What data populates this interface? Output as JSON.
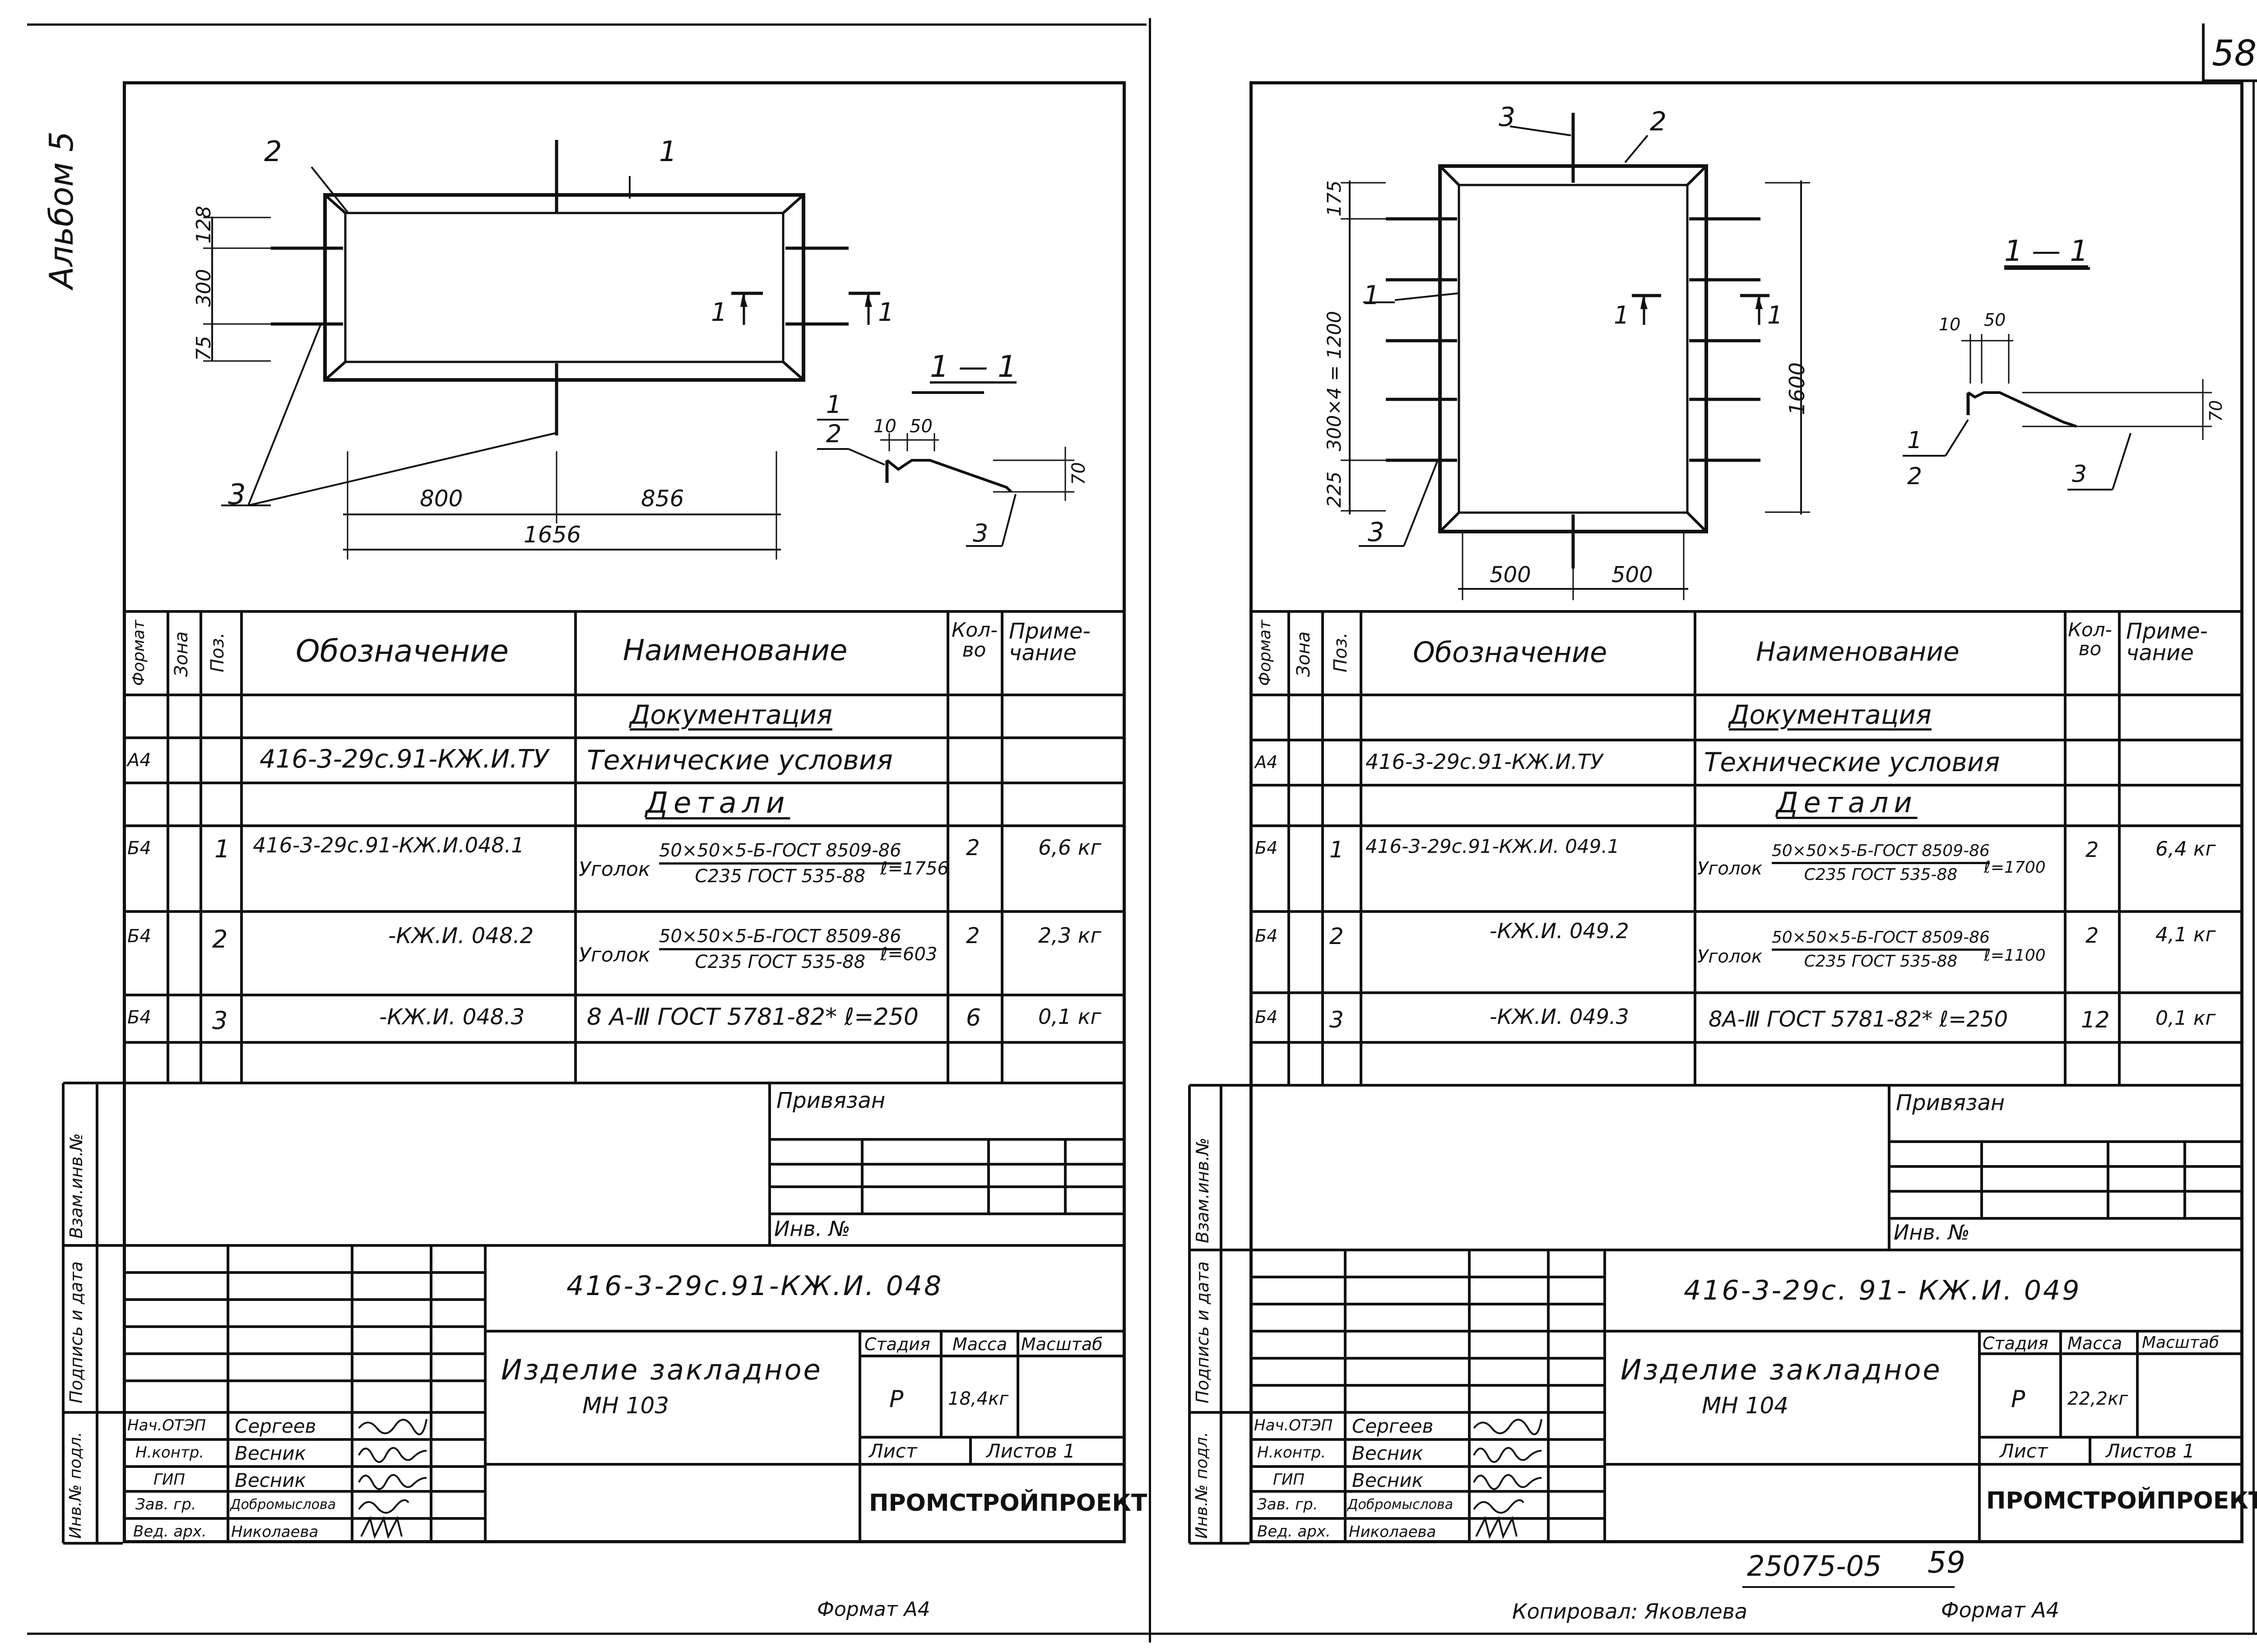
{
  "page": {
    "page_number": "58",
    "album_label": "Альбом 5",
    "footer_stamp": "25075-05",
    "footer_stamp_num": "59",
    "copied_by": "Копировал: Яковлева",
    "format_left": "Формат А4",
    "format_right": "Формат А4"
  },
  "left_sheet": {
    "drawing": {
      "dim_128": "128",
      "dim_300": "300",
      "dim_75": "75",
      "dim_800": "800",
      "dim_856": "856",
      "dim_1656": "1656",
      "pos1": "1",
      "pos2": "2",
      "pos3": "3",
      "section_mark": "1",
      "section_title": "1 — 1",
      "sec_dim_10": "10",
      "sec_dim_50": "50",
      "sec_dim_70": "70",
      "sec_pos1": "1",
      "sec_pos2": "2",
      "sec_pos3": "3"
    },
    "spec": {
      "headers": {
        "format": "Формат",
        "zone": "Зона",
        "pos": "Поз.",
        "designation": "Обозначение",
        "name": "Наименование",
        "qty": "Кол-во",
        "note": "Приме- чание"
      },
      "section_docs": "Документация",
      "doc_row": {
        "format": "А4",
        "designation": "416-3-29с.91-КЖ.И.ТУ",
        "name": "Технические условия"
      },
      "section_parts": "Детали",
      "rows": [
        {
          "format": "Б4",
          "pos": "1",
          "designation": "416-3-29с.91-КЖ.И.048.1",
          "name_prefix": "Уголок",
          "name_top": "50×50×5-Б-ГОСТ 8509-86",
          "name_bottom": "С235 ГОСТ 535-88",
          "length": "ℓ=1756",
          "qty": "2",
          "note": "6,6 кг"
        },
        {
          "format": "Б4",
          "pos": "2",
          "designation": "-КЖ.И. 048.2",
          "name_prefix": "Уголок",
          "name_top": "50×50×5-Б-ГОСТ 8509-86",
          "name_bottom": "С235 ГОСТ 535-88",
          "length": "ℓ=603",
          "qty": "2",
          "note": "2,3 кг"
        },
        {
          "format": "Б4",
          "pos": "3",
          "designation": "-КЖ.И. 048.3",
          "name_text": "8 А-Ⅲ ГОСТ 5781-82* ℓ=250",
          "qty": "6",
          "note": "0,1 кг"
        }
      ]
    },
    "stamp": {
      "linked": "Привязан",
      "inv_no": "Инв. №",
      "code": "416-3-29с.91-КЖ.И. 048",
      "title_line1": "Изделие закладное",
      "title_line2": "МН 103",
      "stage_label": "Стадия",
      "mass_label": "Масса",
      "scale_label": "Масштаб",
      "stage": "Р",
      "mass": "18,4кг",
      "sheet_label": "Лист",
      "sheets_label": "Листов 1",
      "org": "ПРОМСТРОЙПРОЕКТ",
      "roles": [
        "Нач.ОТЭП",
        "Н.контр.",
        "ГИП",
        "Зав. гр.",
        "Вед. арх."
      ],
      "names": [
        "Сергеев",
        "Весник",
        "Весник",
        "Добромыслова",
        "Николаева"
      ]
    },
    "side_labels": {
      "inv_vzam": "Взам.инв.№",
      "sign_date": "Подпись и дата",
      "inv_orig": "Инв.№ подл."
    }
  },
  "right_sheet": {
    "drawing": {
      "dim_175": "175",
      "dim_300x4": "300×4 = 1200",
      "dim_225": "225",
      "dim_1600": "1600",
      "dim_500a": "500",
      "dim_500b": "500",
      "pos1": "1",
      "pos2": "2",
      "pos3": "3",
      "section_mark": "1",
      "section_title": "1 — 1",
      "sec_dim_10": "10",
      "sec_dim_50": "50",
      "sec_dim_70": "70",
      "sec_pos1": "1",
      "sec_pos2": "2",
      "sec_pos3": "3"
    },
    "spec": {
      "headers": {
        "format": "Формат",
        "zone": "Зона",
        "pos": "Поз.",
        "designation": "Обозначение",
        "name": "Наименование",
        "qty": "Кол-во",
        "note": "Приме- чание"
      },
      "section_docs": "Документация",
      "doc_row": {
        "format": "А4",
        "designation": "416-3-29с.91-КЖ.И.ТУ",
        "name": "Технические условия"
      },
      "section_parts": "Детали",
      "rows": [
        {
          "format": "Б4",
          "pos": "1",
          "designation": "416-3-29с.91-КЖ.И. 049.1",
          "name_prefix": "Уголок",
          "name_top": "50×50×5-Б-ГОСТ 8509-86",
          "name_bottom": "С235 ГОСТ 535-88",
          "length": "ℓ=1700",
          "qty": "2",
          "note": "6,4 кг"
        },
        {
          "format": "Б4",
          "pos": "2",
          "designation": "-КЖ.И. 049.2",
          "name_prefix": "Уголок",
          "name_top": "50×50×5-Б-ГОСТ 8509-86",
          "name_bottom": "С235 ГОСТ 535-88",
          "length": "ℓ=1100",
          "qty": "2",
          "note": "4,1 кг"
        },
        {
          "format": "Б4",
          "pos": "3",
          "designation": "-КЖ.И. 049.3",
          "name_text": "8А-Ⅲ ГОСТ 5781-82* ℓ=250",
          "qty": "12",
          "note": "0,1 кг"
        }
      ]
    },
    "stamp": {
      "linked": "Привязан",
      "inv_no": "Инв. №",
      "code": "416-3-29с. 91- КЖ.И. 049",
      "title_line1": "Изделие закладное",
      "title_line2": "МН 104",
      "stage_label": "Стадия",
      "mass_label": "Масса",
      "scale_label": "Масштаб",
      "stage": "Р",
      "mass": "22,2кг",
      "sheet_label": "Лист",
      "sheets_label": "Листов 1",
      "org": "ПРОМСТРОЙПРОЕКТ",
      "roles": [
        "Нач.ОТЭП",
        "Н.контр.",
        "ГИП",
        "Зав. гр.",
        "Вед. арх."
      ],
      "names": [
        "Сергеев",
        "Весник",
        "Весник",
        "Добромыслова",
        "Николаева"
      ]
    },
    "side_labels": {
      "inv_vzam": "Взам.инв.№",
      "sign_date": "Подпись и дата",
      "inv_orig": "Инв.№ подл."
    }
  }
}
